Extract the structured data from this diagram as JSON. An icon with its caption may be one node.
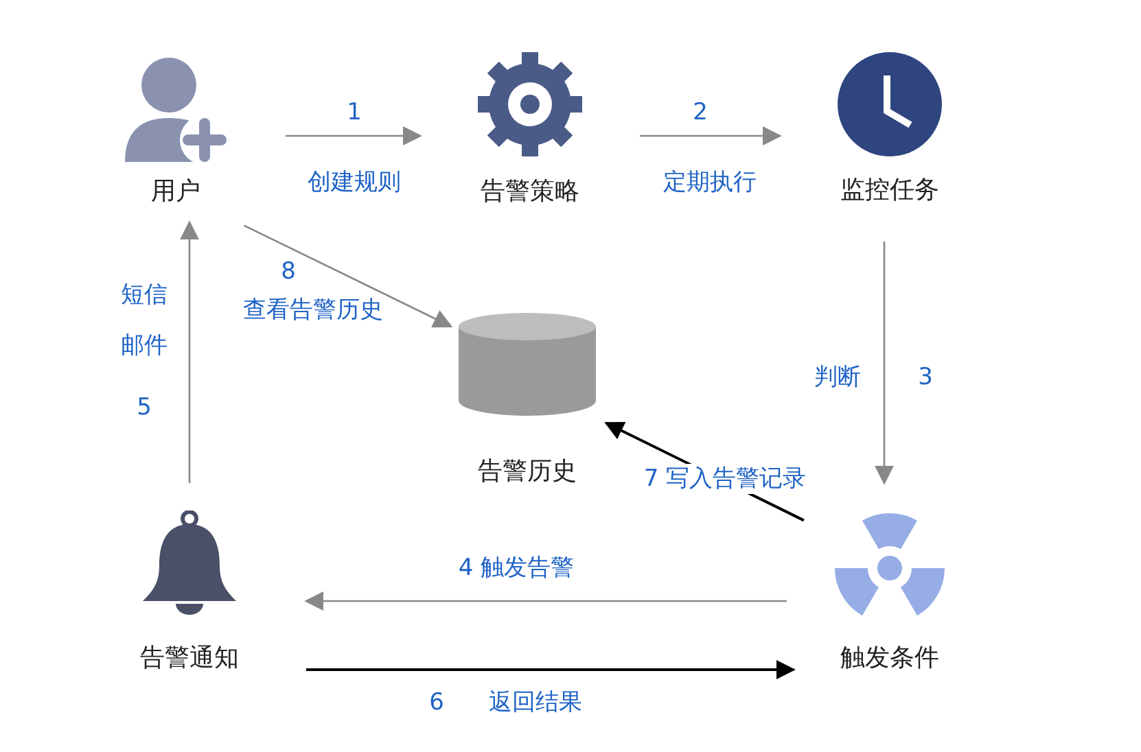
{
  "diagram": {
    "nodes": [
      {
        "text": [
          "用户"
        ]
      },
      {
        "text": [
          "告警策略"
        ]
      },
      {
        "text": [
          "监控任务"
        ]
      },
      {
        "text": [
          "告警历史"
        ]
      },
      {
        "text": [
          "告警通知"
        ]
      },
      {
        "text": [
          "触发条件"
        ]
      }
    ],
    "edges": [
      {
        "from": 0,
        "to": 1,
        "arrow": "to",
        "label": "1"
      },
      {
        "from": 1,
        "to": 2,
        "arrow": "to",
        "label": "2"
      },
      {
        "from": 2,
        "to": 5,
        "arrow": "to",
        "label": "3"
      },
      {
        "from": 5,
        "to": 4,
        "arrow": "to",
        "label": "4 触发告警"
      },
      {
        "from": 4,
        "to": 0,
        "arrow": "to",
        "label": "5"
      },
      {
        "from": 4,
        "to": 5,
        "arrow": "to",
        "label": "6",
        "color": "#000000"
      },
      {
        "from": 5,
        "to": 3,
        "arrow": "to",
        "label": "7 写入告警记录",
        "color": "#000000"
      },
      {
        "from": 0,
        "to": 3,
        "arrow": "to",
        "label": "8"
      }
    ],
    "labels": [
      "创建规则",
      "定期执行",
      "查看告警历史",
      "短信",
      "邮件",
      "判断",
      "返回结果"
    ]
  }
}
